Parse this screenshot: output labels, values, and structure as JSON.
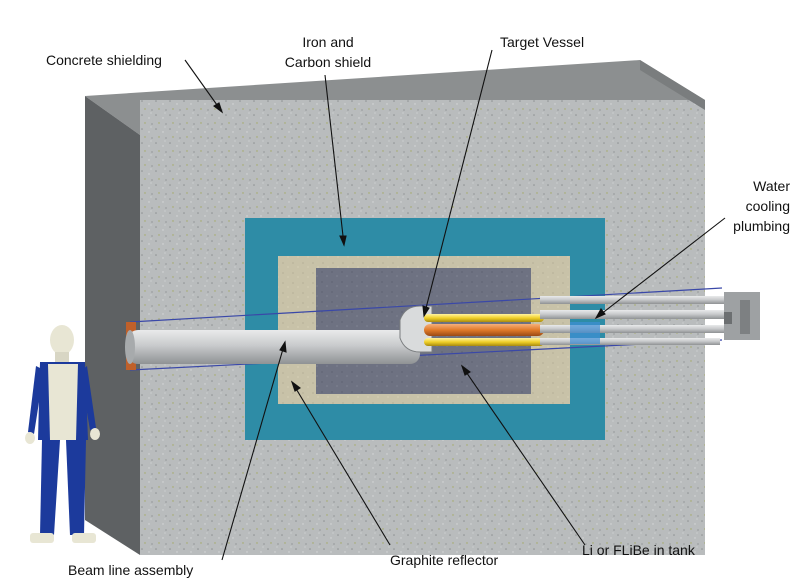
{
  "labels": {
    "concrete": "Concrete shielding",
    "iron_line1": "Iron and",
    "iron_line2": "Carbon shield",
    "target": "Target Vessel",
    "water_line1": "Water",
    "water_line2": "cooling",
    "water_line3": "plumbing",
    "beamline": "Beam line assembly",
    "graphite": "Graphite reflector",
    "li": "Li or FLiBe in tank"
  },
  "colors": {
    "concrete_face": "#b9bcbd",
    "concrete_top": "#8c8f90",
    "concrete_side": "#5e6163",
    "iron_shield": "#2e8ca6",
    "graphite": "#c8c2a8",
    "li_tank": "#6e7282",
    "beam_pipe": "#c9cbcd",
    "target_copper": "#e07a2a",
    "target_yellow": "#f0d028",
    "figure_body": "#1c3a9c",
    "figure_torso": "#e8e6d4"
  }
}
